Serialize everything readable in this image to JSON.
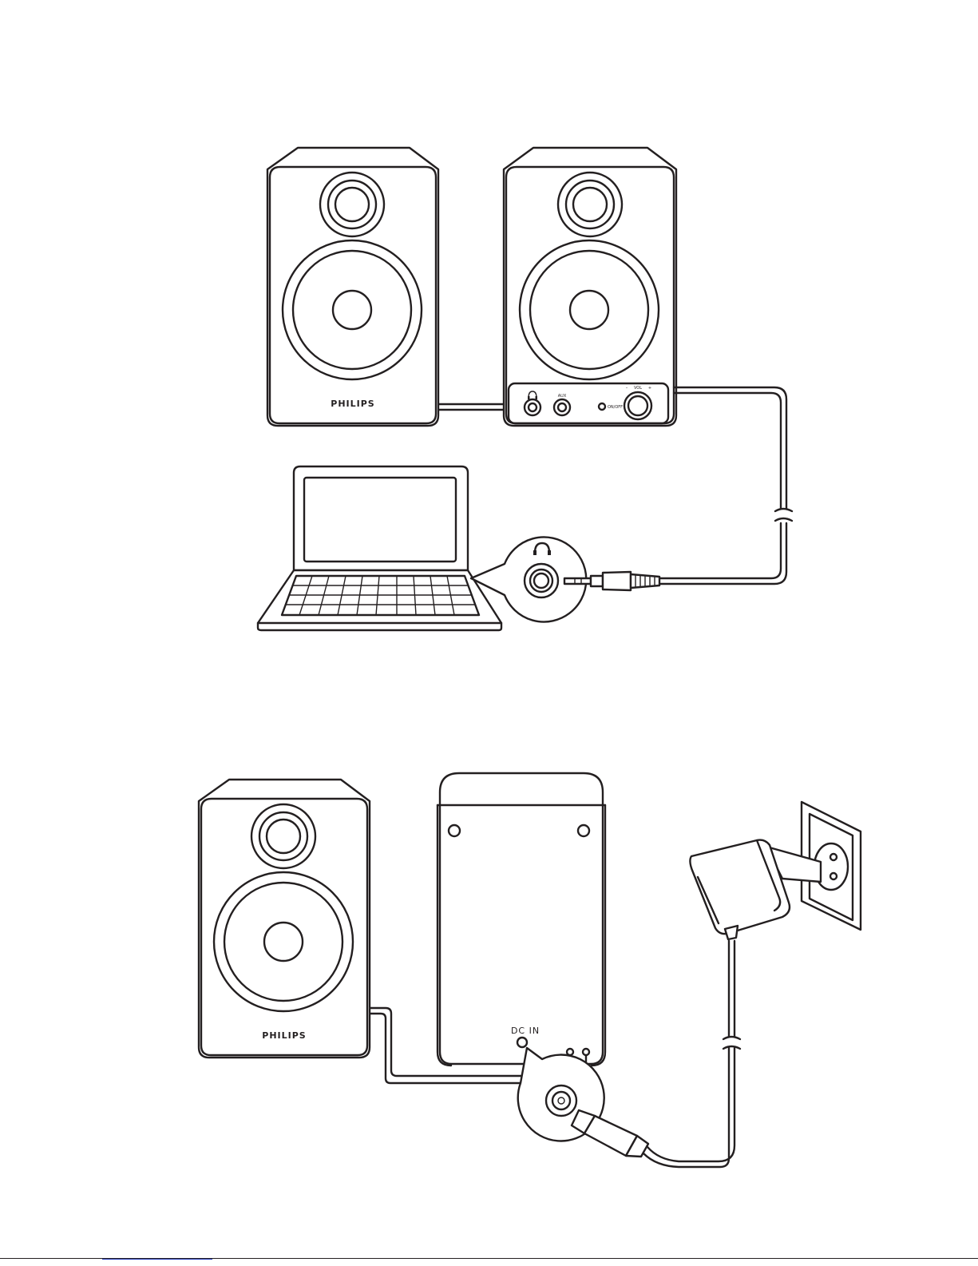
{
  "figure_top": {
    "passive_speaker": {
      "brand": "PHILIPS"
    },
    "active_speaker": {
      "jack_headphone_icon": "headphones-icon",
      "jack_aux_label": "AUX",
      "power_label": "ON/OFF",
      "volume_label": "VOL",
      "volume_minus": "–",
      "volume_plus": "+"
    },
    "laptop_callout_icon": "headphones-icon"
  },
  "figure_bottom": {
    "passive_speaker": {
      "brand": "PHILIPS"
    },
    "rear_panel": {
      "dc_in_label": "DC IN"
    }
  },
  "colors": {
    "ink": "#231f20",
    "background": "#ffffff"
  }
}
